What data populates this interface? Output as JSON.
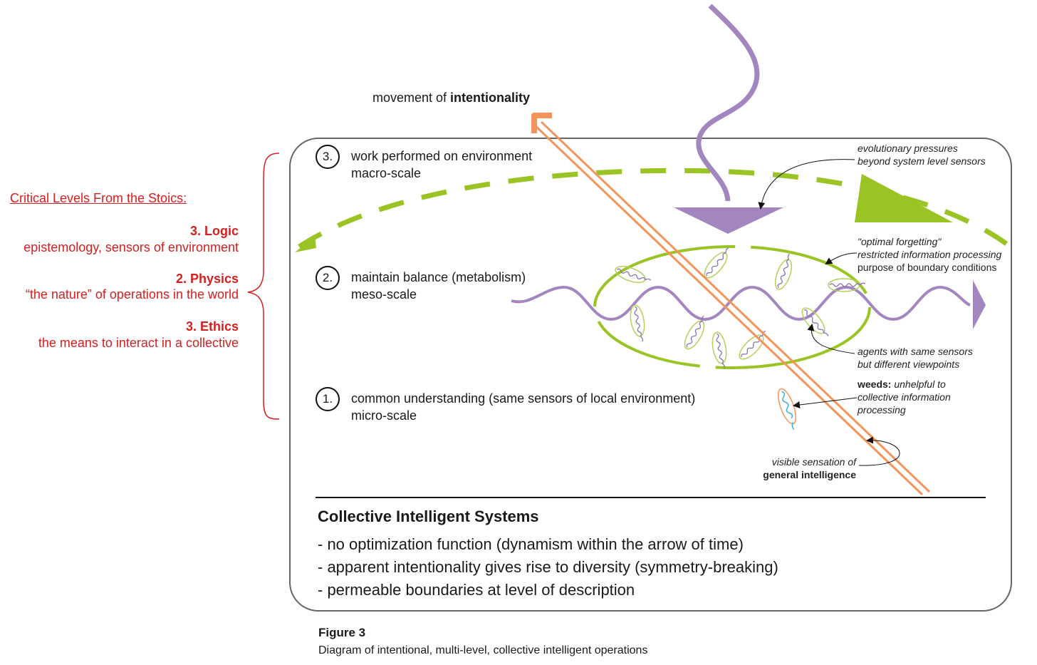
{
  "stoics": {
    "heading": "Critical Levels From the Stoics:",
    "logic": {
      "title": "3. Logic",
      "desc": "epistemology, sensors of environment"
    },
    "physics": {
      "title": "2. Physics",
      "desc": "“the nature” of operations in the world"
    },
    "ethics": {
      "title": "3. Ethics",
      "desc": "the means to interact in a collective"
    }
  },
  "intentionality": {
    "prefix": "movement of ",
    "emph": "intentionality"
  },
  "levels": [
    {
      "num": "3.",
      "line1": "work performed on environment",
      "line2": "macro-scale"
    },
    {
      "num": "2.",
      "line1": "maintain balance (metabolism)",
      "line2": "meso-scale"
    },
    {
      "num": "1.",
      "line1": "common understanding (same sensors of local environment)",
      "line2": "micro-scale"
    }
  ],
  "annotations": {
    "evolutionary": [
      "evolutionary pressures",
      "beyond system level sensors"
    ],
    "forgetting": [
      "\"optimal forgetting\"",
      "restricted information processing",
      "purpose of boundary conditions"
    ],
    "agents": [
      "agents with same sensors",
      "but different viewpoints"
    ],
    "weeds_label": "weeds:",
    "weeds": [
      "unhelpful to",
      "collective information",
      "processing"
    ],
    "visible": "visible sensation of",
    "general": "general intelligence"
  },
  "cis": {
    "title": "Collective Intelligent Systems",
    "items": [
      "- no optimization function (dynamism within the arrow of time)",
      "- apparent intentionality gives rise to diversity (symmetry-breaking)",
      "- permeable boundaries at level of description"
    ]
  },
  "figure": {
    "label": "Figure 3",
    "caption": "Diagram of intentional, multi-level, collective intelligent operations"
  },
  "colors": {
    "green": "#99c423",
    "purple": "#a385bf",
    "orange": "#f4945a",
    "red": "#d42020"
  }
}
